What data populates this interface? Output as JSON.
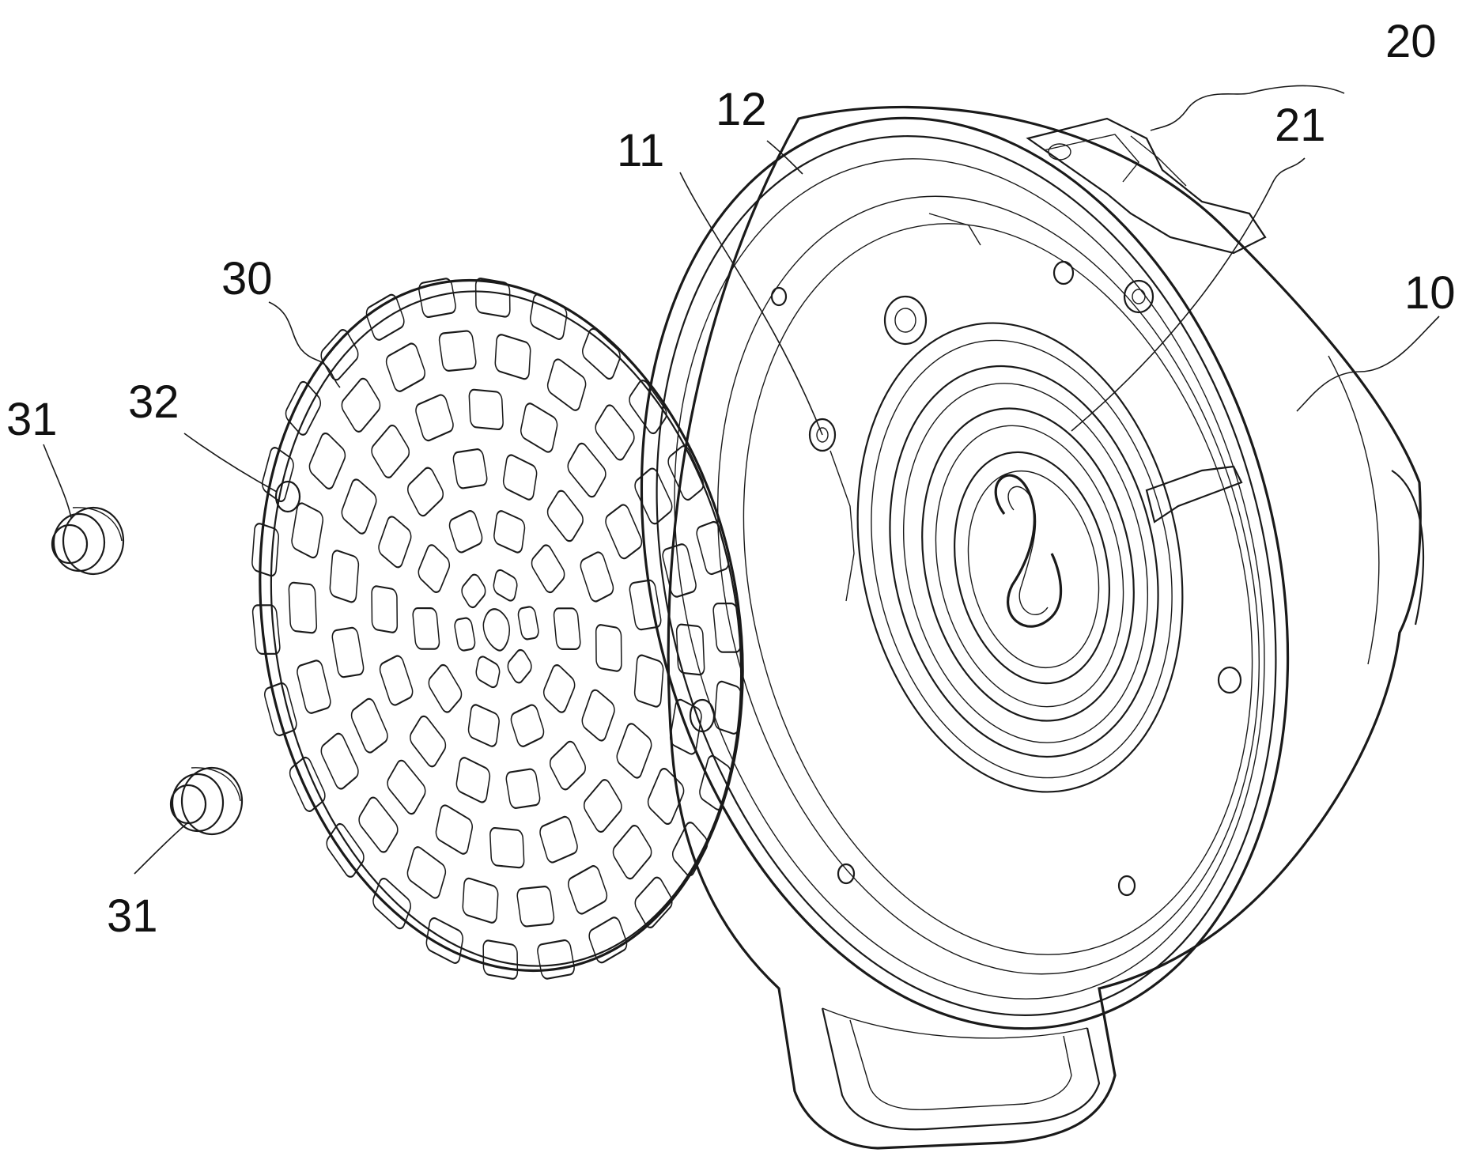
{
  "figure": {
    "labels": {
      "l20": "20",
      "l21": "21",
      "l10": "10",
      "l12": "12",
      "l11": "11",
      "l30": "30",
      "l32": "32",
      "l31a": "31",
      "l31b": "31"
    }
  }
}
